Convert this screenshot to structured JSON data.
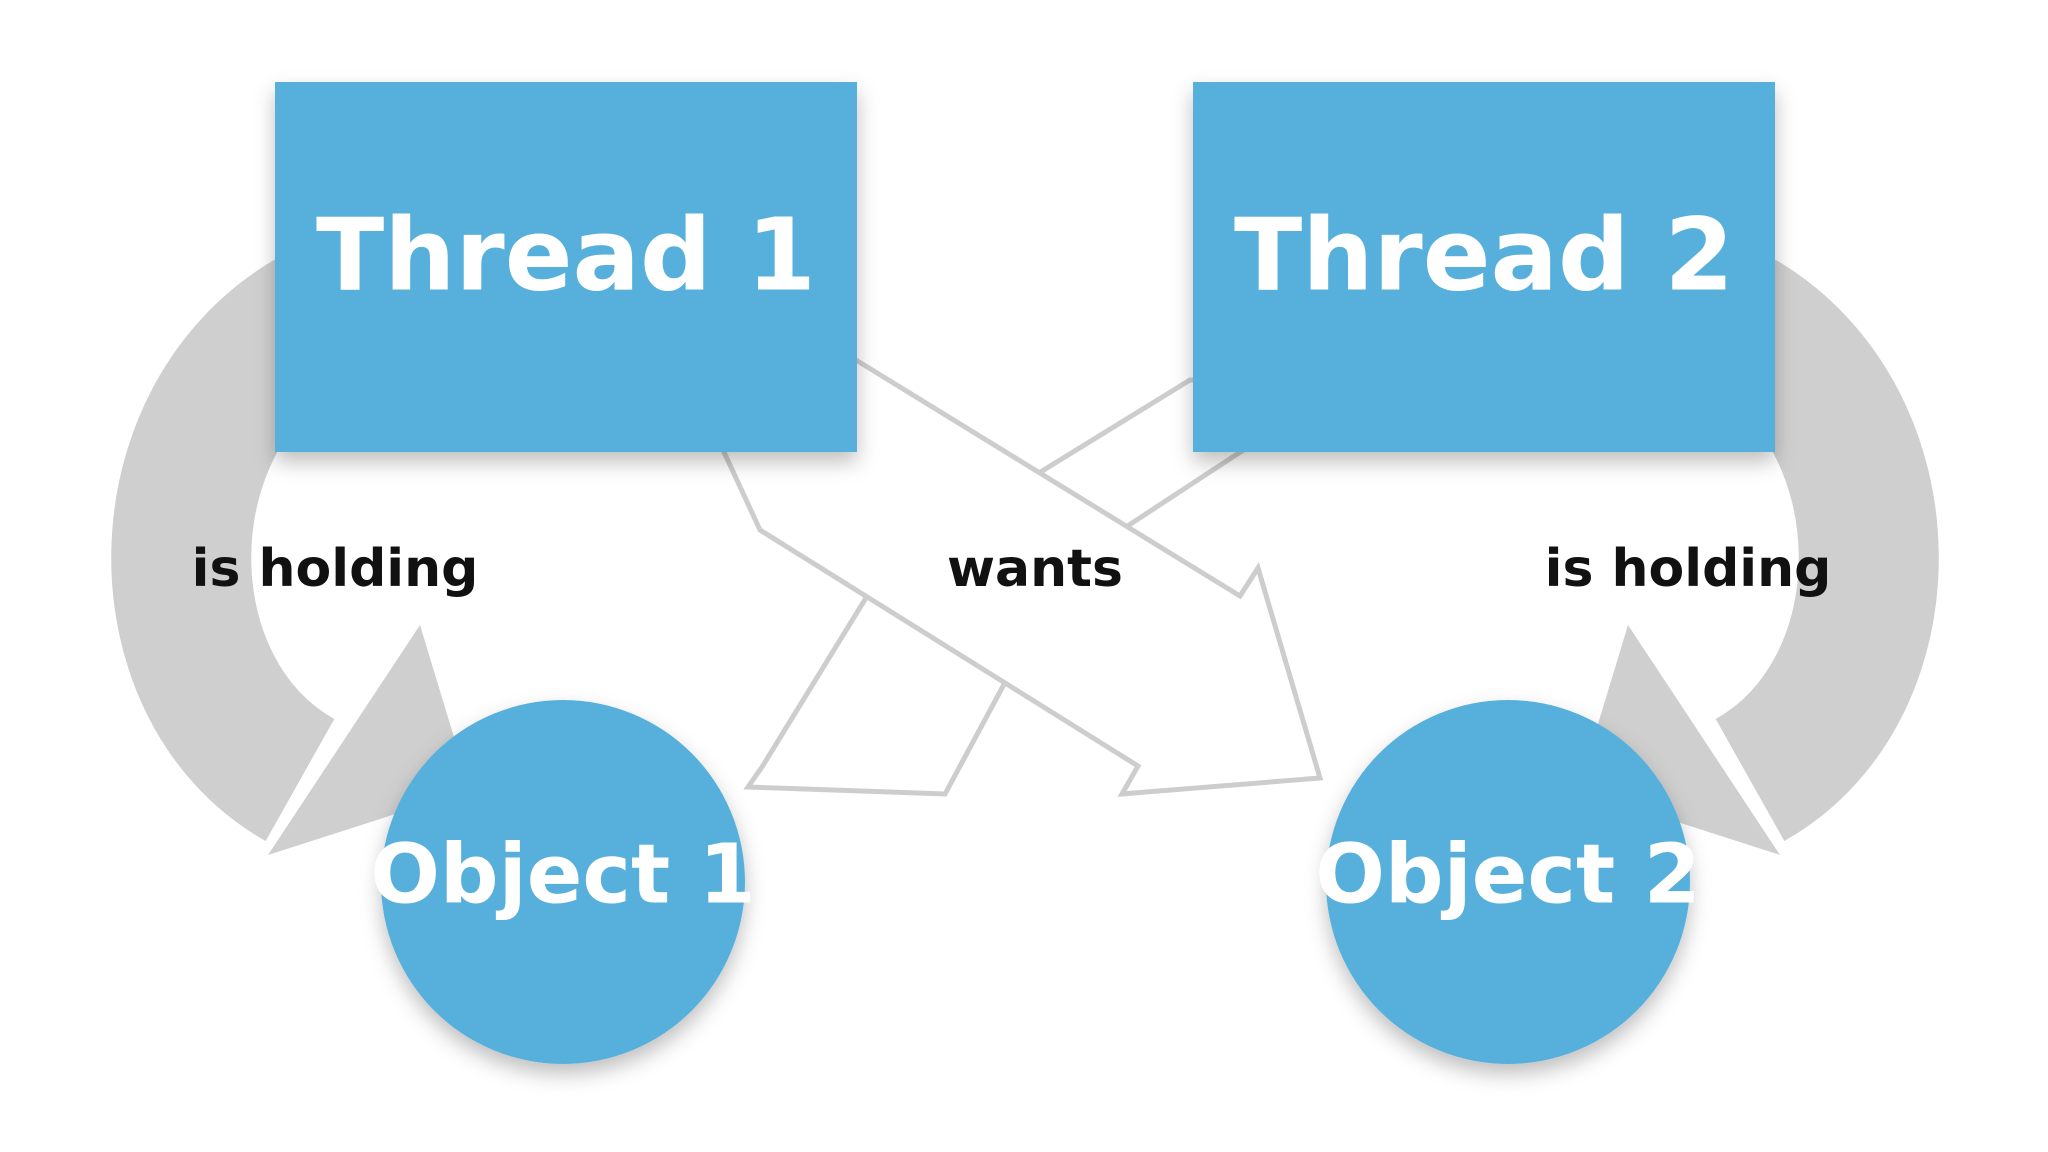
{
  "nodes": {
    "thread1": {
      "label": "Thread 1"
    },
    "thread2": {
      "label": "Thread 2"
    },
    "object1": {
      "label": "Object 1"
    },
    "object2": {
      "label": "Object 2"
    }
  },
  "edges": {
    "thread1_holds": {
      "label": "is holding"
    },
    "thread2_holds": {
      "label": "is holding"
    },
    "wants": {
      "label": "wants"
    }
  },
  "colors": {
    "node_fill": "#57b0db",
    "holding_arrow": "#cfcfcf",
    "wants_arrow_outline": "#cdcdcd",
    "background": "#ffffff"
  }
}
